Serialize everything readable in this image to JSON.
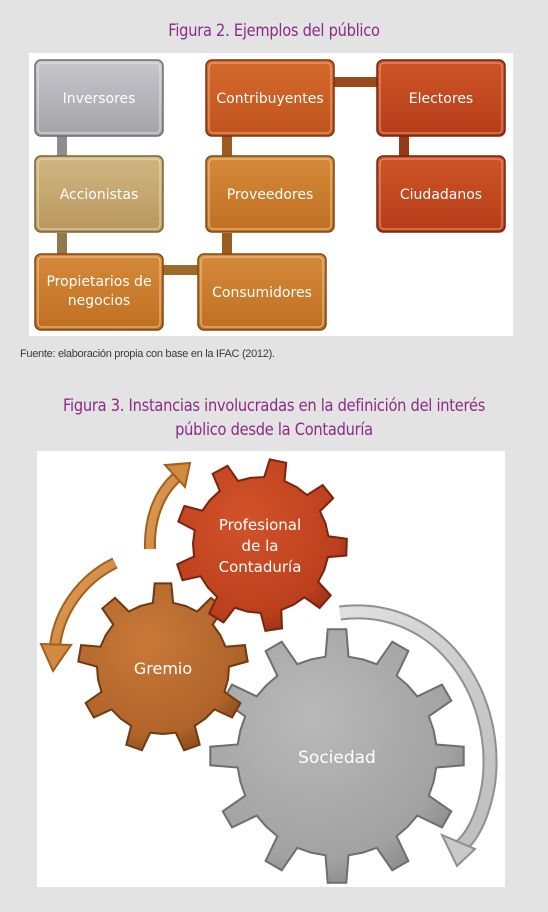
{
  "figure2": {
    "title": "Figura 2. Ejemplos del público",
    "boxes": {
      "inversores": "Inversores",
      "accionistas": "Accionistas",
      "propietarios_1": "Propietarios de",
      "propietarios_2": "negocios",
      "contribuyentes": "Contribuyentes",
      "proveedores": "Proveedores",
      "consumidores": "Consumidores",
      "electores": "Electores",
      "ciudadanos": "Ciudadanos"
    },
    "source": "Fuente: elaboración propia con base en la IFAC (2012)."
  },
  "figure3": {
    "title_line1": "Figura 3. Instancias involucradas en la definición del interés",
    "title_line2": "público desde la Contaduría",
    "gears": {
      "profesional_1": "Profesional",
      "profesional_2": "de la",
      "profesional_3": "Contaduría",
      "gremio": "Gremio",
      "sociedad": "Sociedad"
    }
  },
  "colors": {
    "title": "#8c2a86",
    "gray": "#a9a8ad",
    "tan": "#c2a46e",
    "orange": "#c77a2a",
    "orange_red": "#c85a22",
    "red": "#c0451e",
    "sociedad": "#a4a4a4",
    "gremio": "#b86a2a",
    "profesional": "#c2431e"
  }
}
